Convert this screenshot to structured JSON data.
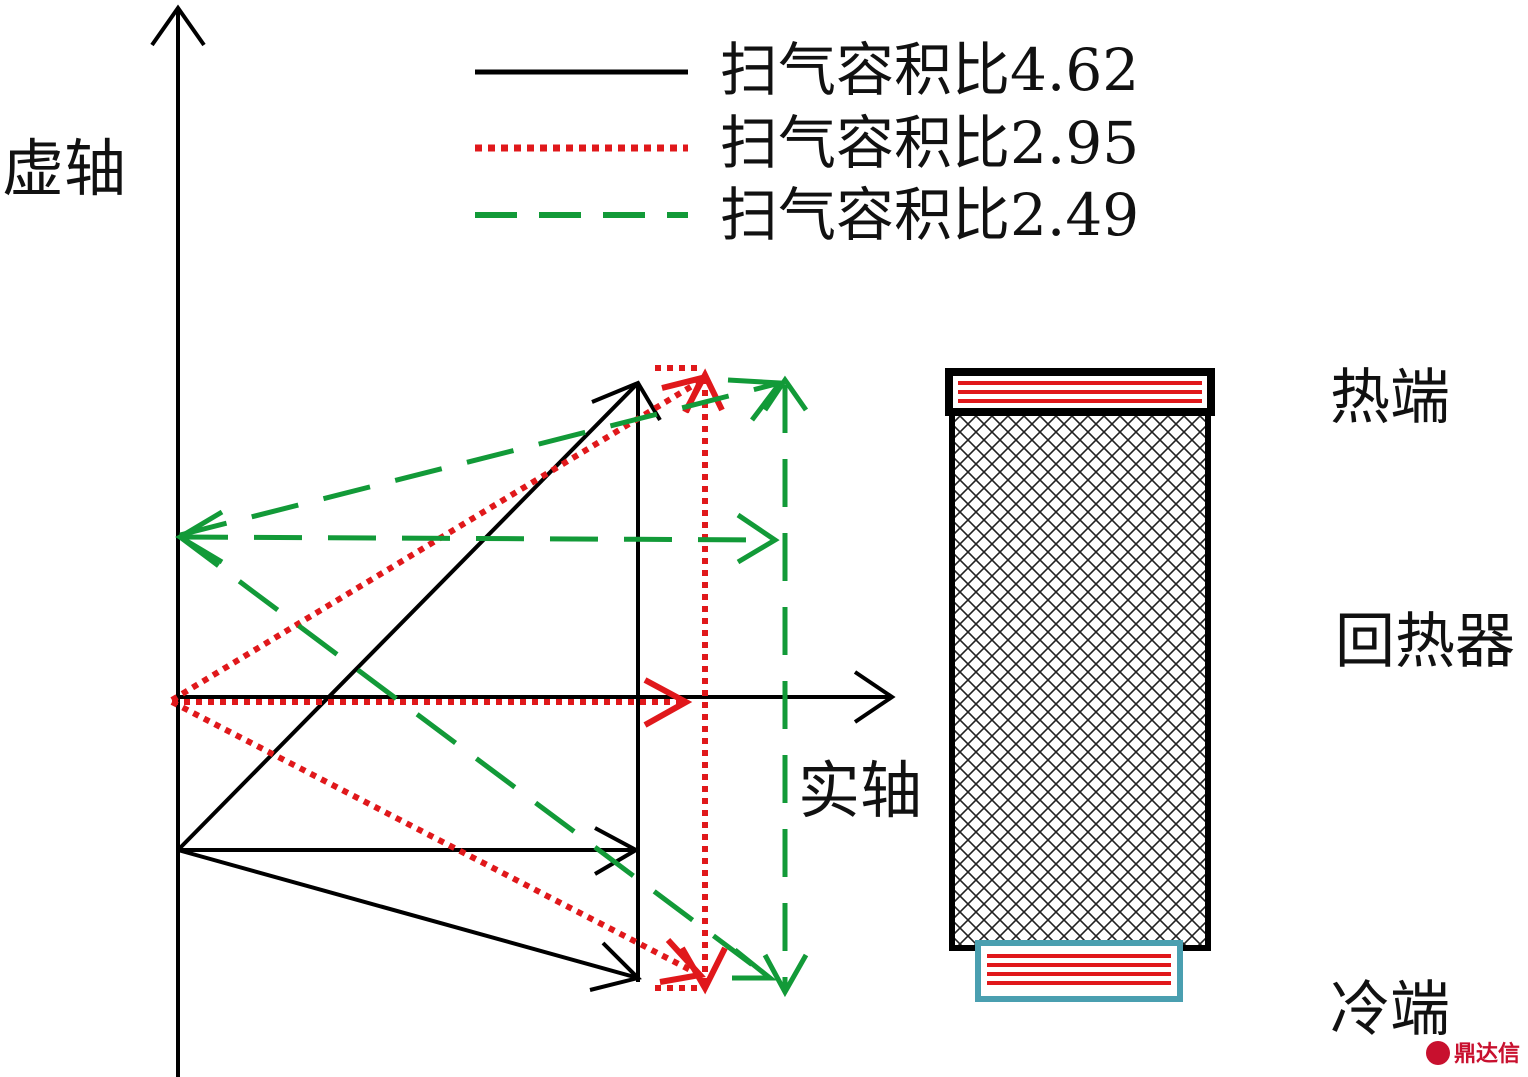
{
  "axes": {
    "imag_label": "虚轴",
    "real_label": "实轴"
  },
  "legend": [
    {
      "label": "扫气容积比4.62",
      "color": "#000000",
      "style": "solid"
    },
    {
      "label": "扫气容积比2.95",
      "color": "#e0181b",
      "style": "dotted"
    },
    {
      "label": "扫气容积比2.49",
      "color": "#129a38",
      "style": "dashed"
    }
  ],
  "regenerator": {
    "hot_end": "热端",
    "regenerator_label": "回热器",
    "cold_end": "冷端",
    "hot_color": "#e0181b",
    "cold_border_color": "#4a9fb0"
  },
  "watermark": "鼎达信"
}
